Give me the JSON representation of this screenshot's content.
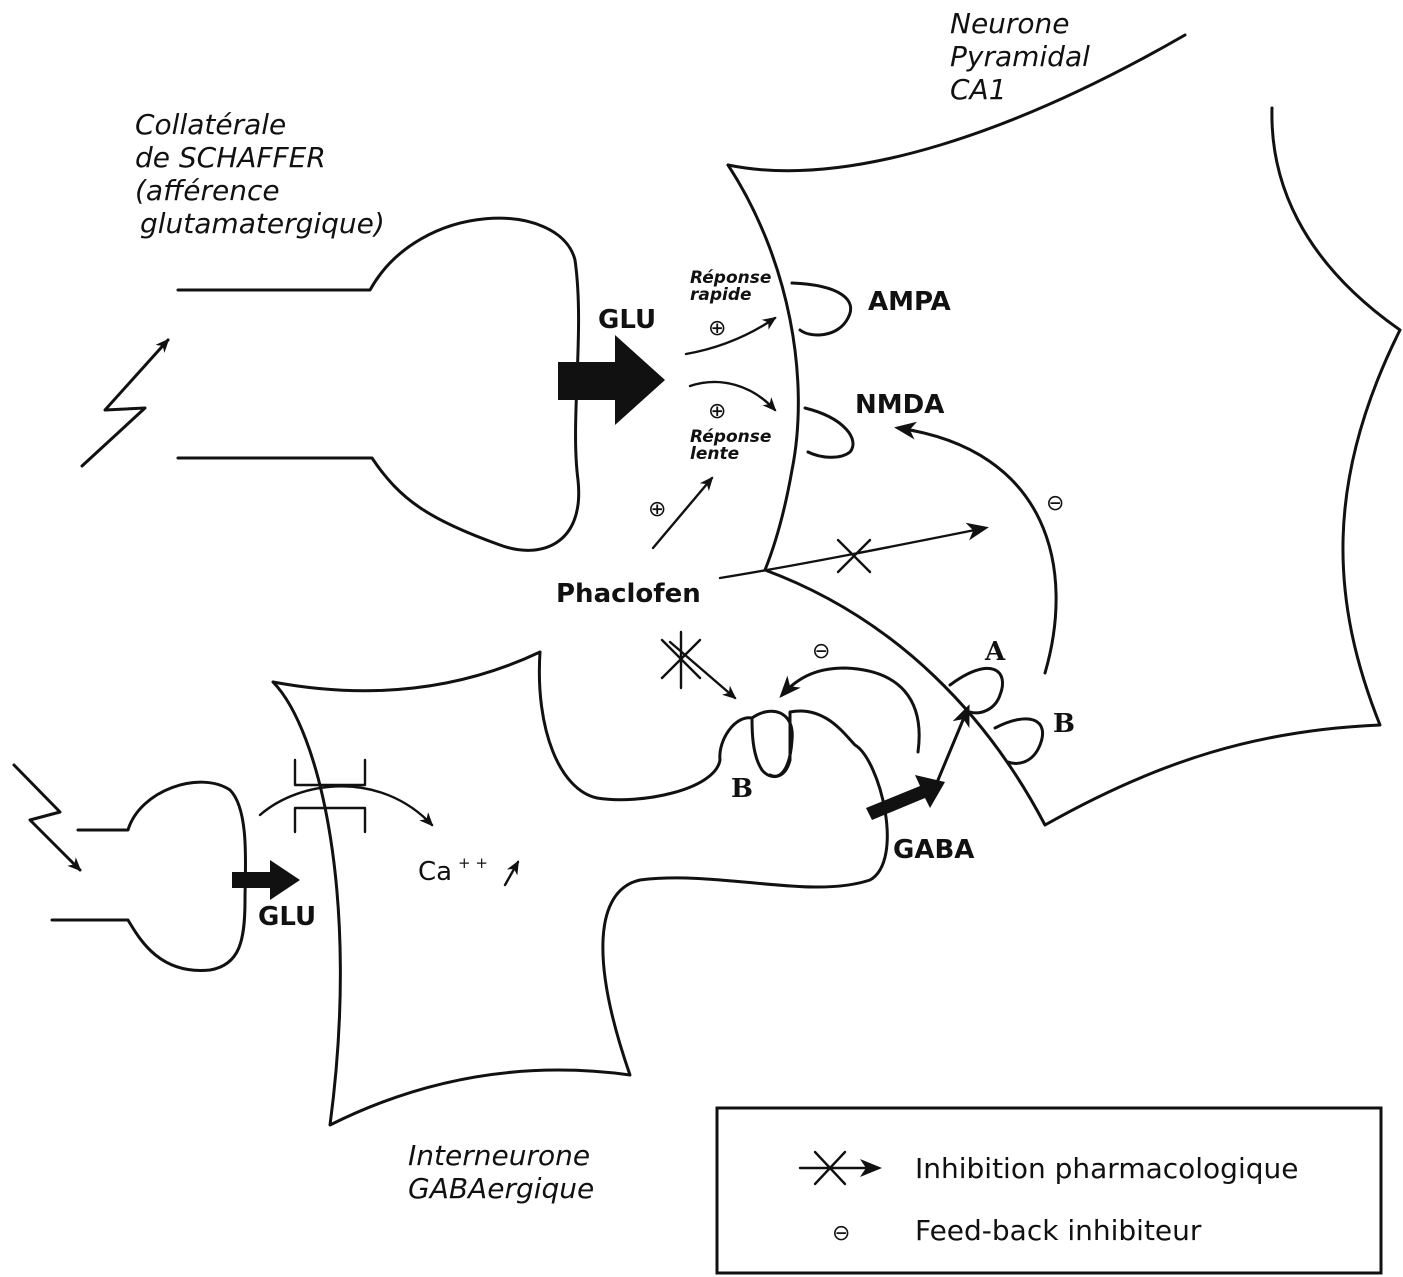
{
  "labels": {
    "neurone_line1": "Neurone",
    "neurone_line2": "Pyramidal",
    "neurone_line3": "CA1",
    "collat_line1": "Collatérale",
    "collat_line2": "de SCHAFFER",
    "collat_line3": "(afférence",
    "collat_line4": "glutamatergique)",
    "glu_top": "GLU",
    "reponse_rapide_1": "Réponse",
    "reponse_rapide_2": "rapide",
    "reponse_lente_1": "Réponse",
    "reponse_lente_2": "lente",
    "ampa": "AMPA",
    "nmda": "NMDA",
    "phaclofen": "Phaclofen",
    "receptor_a": "A",
    "receptor_b_post": "B",
    "receptor_b_pre": "B",
    "gaba": "GABA",
    "glu_bottom": "GLU",
    "calcium": "Ca",
    "calcium_sup": "+ +",
    "interneurone_line1": "Interneurone",
    "interneurone_line2": "GABAergique",
    "plus_sign": "⊕",
    "minus_sign": "⊖"
  },
  "legend": {
    "inhibition": "Inhibition pharmacologique",
    "feedback": "Feed-back inhibiteur"
  },
  "colors": {
    "ink": "#111111",
    "background": "#ffffff"
  }
}
